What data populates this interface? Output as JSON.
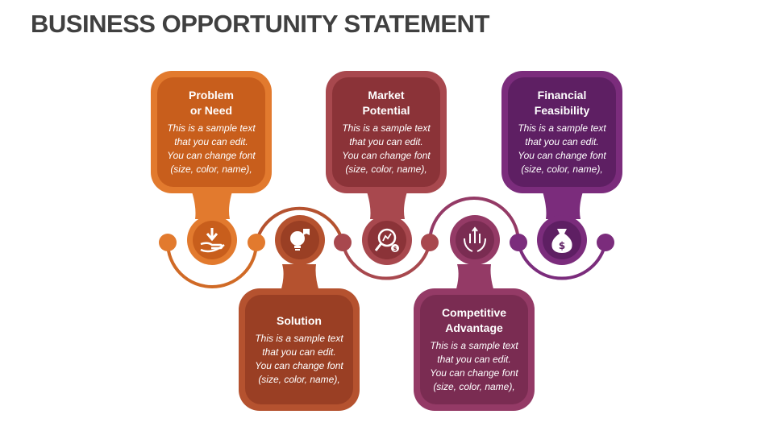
{
  "title": "BUSINESS OPPORTUNITY STATEMENT",
  "colors": {
    "orange": "#E27A2E",
    "orange_dark": "#C85E1C",
    "rust": "#B5522F",
    "rust_dark": "#9A3F24",
    "rose": "#A8484E",
    "rose_dark": "#8B3338",
    "plum": "#943A66",
    "plum_dark": "#7A2C52",
    "purple": "#7B2C7C",
    "purple_dark": "#5E1F63"
  },
  "steps": [
    {
      "title": "Problem\nor Need",
      "text": "This is a sample text\nthat you can edit.\nYou can change font\n(size, color, name),",
      "icon": "hand-receiving-icon"
    },
    {
      "title": "Solution",
      "text": "This is a sample text\nthat you can edit.\nYou can change font\n(size, color, name),",
      "icon": "lightbulb-puzzle-icon"
    },
    {
      "title": "Market\nPotential",
      "text": "This is a sample text\nthat you can edit.\nYou can change font\n(size, color, name),",
      "icon": "market-analysis-icon"
    },
    {
      "title": "Competitive\nAdvantage",
      "text": "This is a sample text\nthat you can edit.\nYou can change font\n(size, color, name),",
      "icon": "hands-growth-icon"
    },
    {
      "title": "Financial\nFeasibility",
      "text": "This is a sample text\nthat you can edit.\nYou can change font\n(size, color, name),",
      "icon": "money-bag-icon"
    }
  ]
}
